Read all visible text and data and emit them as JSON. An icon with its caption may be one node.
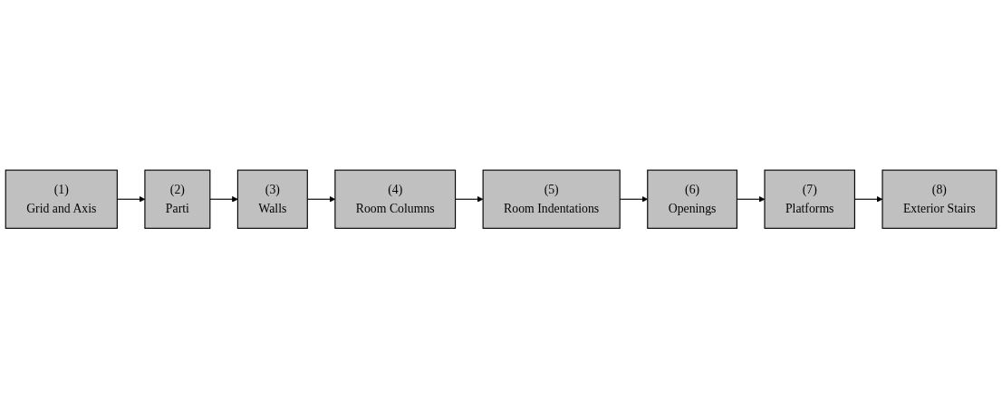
{
  "diagram": {
    "nodes": [
      {
        "text": [
          "(1)",
          "Grid and Axis"
        ]
      },
      {
        "text": [
          "(2)",
          "Parti"
        ]
      },
      {
        "text": [
          "(3)",
          "Walls"
        ]
      },
      {
        "text": [
          "(4)",
          "Room Columns"
        ]
      },
      {
        "text": [
          "(5)",
          "Room Indentations"
        ]
      },
      {
        "text": [
          "(6)",
          "Openings"
        ]
      },
      {
        "text": [
          "(7)",
          "Platforms"
        ]
      },
      {
        "text": [
          "(8)",
          "Exterior Stairs"
        ]
      }
    ],
    "edges": [
      {
        "from": 0,
        "to": 1,
        "arrow": "to"
      },
      {
        "from": 1,
        "to": 2,
        "arrow": "to"
      },
      {
        "from": 2,
        "to": 3,
        "arrow": "to"
      },
      {
        "from": 3,
        "to": 4,
        "arrow": "to"
      },
      {
        "from": 4,
        "to": 5,
        "arrow": "to"
      },
      {
        "from": 5,
        "to": 6,
        "arrow": "to"
      },
      {
        "from": 6,
        "to": 7,
        "arrow": "to"
      }
    ]
  }
}
